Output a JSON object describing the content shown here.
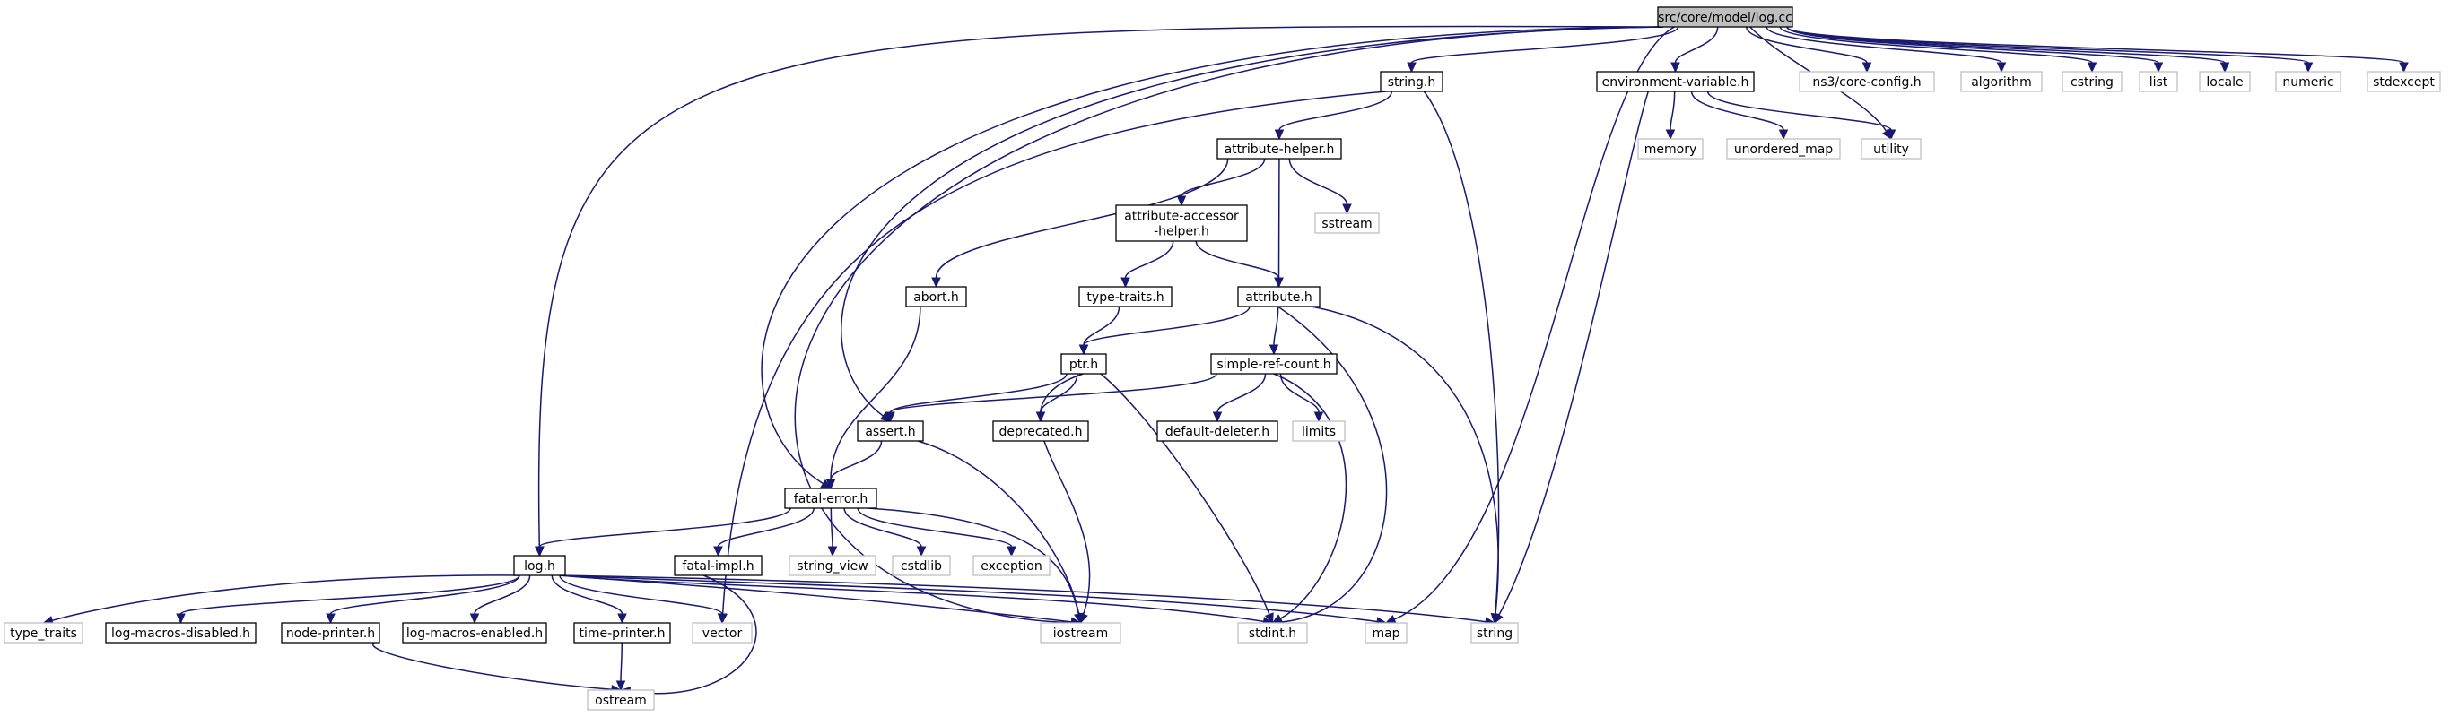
{
  "title": "src/core/model/log.cc",
  "colors": {
    "edge": "#191970",
    "root_fill": "#bfbfbf",
    "box_border": "#000000",
    "external_border": "#bfbfbf",
    "text": "#000000"
  },
  "nodes": [
    {
      "id": "logcc",
      "label": "src/core/model/log.cc",
      "kind": "root"
    },
    {
      "id": "string_h",
      "label": "string.h",
      "kind": "file"
    },
    {
      "id": "envvar",
      "label": "environment-variable.h",
      "kind": "file"
    },
    {
      "id": "coreconfig",
      "label": "ns3/core-config.h",
      "kind": "external"
    },
    {
      "id": "algorithm",
      "label": "algorithm",
      "kind": "external"
    },
    {
      "id": "cstring",
      "label": "cstring",
      "kind": "external"
    },
    {
      "id": "list",
      "label": "list",
      "kind": "external"
    },
    {
      "id": "locale",
      "label": "locale",
      "kind": "external"
    },
    {
      "id": "numeric",
      "label": "numeric",
      "kind": "external"
    },
    {
      "id": "stdexcept",
      "label": "stdexcept",
      "kind": "external"
    },
    {
      "id": "memory",
      "label": "memory",
      "kind": "external"
    },
    {
      "id": "unordered_map",
      "label": "unordered_map",
      "kind": "external"
    },
    {
      "id": "utility",
      "label": "utility",
      "kind": "external"
    },
    {
      "id": "attrhelper",
      "label": "attribute-helper.h",
      "kind": "file"
    },
    {
      "id": "attraccessor",
      "label": "attribute-accessor\n-helper.h",
      "kind": "file"
    },
    {
      "id": "sstream",
      "label": "sstream",
      "kind": "external"
    },
    {
      "id": "abort",
      "label": "abort.h",
      "kind": "file"
    },
    {
      "id": "typetraits_h",
      "label": "type-traits.h",
      "kind": "file"
    },
    {
      "id": "attribute",
      "label": "attribute.h",
      "kind": "file"
    },
    {
      "id": "ptr",
      "label": "ptr.h",
      "kind": "file"
    },
    {
      "id": "simplerefcount",
      "label": "simple-ref-count.h",
      "kind": "file"
    },
    {
      "id": "assert",
      "label": "assert.h",
      "kind": "file"
    },
    {
      "id": "deprecated",
      "label": "deprecated.h",
      "kind": "file"
    },
    {
      "id": "defaultdeleter",
      "label": "default-deleter.h",
      "kind": "file"
    },
    {
      "id": "limits",
      "label": "limits",
      "kind": "external"
    },
    {
      "id": "fatalerror",
      "label": "fatal-error.h",
      "kind": "file"
    },
    {
      "id": "log_h",
      "label": "log.h",
      "kind": "file"
    },
    {
      "id": "fatalimpl",
      "label": "fatal-impl.h",
      "kind": "file"
    },
    {
      "id": "string_view",
      "label": "string_view",
      "kind": "external"
    },
    {
      "id": "cstdlib",
      "label": "cstdlib",
      "kind": "external"
    },
    {
      "id": "exception",
      "label": "exception",
      "kind": "external"
    },
    {
      "id": "type_traits",
      "label": "type_traits",
      "kind": "external"
    },
    {
      "id": "logmacrosdis",
      "label": "log-macros-disabled.h",
      "kind": "file"
    },
    {
      "id": "nodeprinter",
      "label": "node-printer.h",
      "kind": "file"
    },
    {
      "id": "logmacrosen",
      "label": "log-macros-enabled.h",
      "kind": "file"
    },
    {
      "id": "timeprinter",
      "label": "time-printer.h",
      "kind": "file"
    },
    {
      "id": "vector",
      "label": "vector",
      "kind": "external"
    },
    {
      "id": "iostream",
      "label": "iostream",
      "kind": "external"
    },
    {
      "id": "stdint",
      "label": "stdint.h",
      "kind": "external"
    },
    {
      "id": "map",
      "label": "map",
      "kind": "external"
    },
    {
      "id": "string",
      "label": "string",
      "kind": "external"
    },
    {
      "id": "ostream",
      "label": "ostream",
      "kind": "external"
    }
  ],
  "edges": [
    [
      "logcc",
      "string_h"
    ],
    [
      "logcc",
      "envvar"
    ],
    [
      "logcc",
      "coreconfig"
    ],
    [
      "logcc",
      "algorithm"
    ],
    [
      "logcc",
      "cstring"
    ],
    [
      "logcc",
      "list"
    ],
    [
      "logcc",
      "locale"
    ],
    [
      "logcc",
      "numeric"
    ],
    [
      "logcc",
      "stdexcept"
    ],
    [
      "logcc",
      "utility"
    ],
    [
      "logcc",
      "map"
    ],
    [
      "logcc",
      "assert"
    ],
    [
      "logcc",
      "fatalerror"
    ],
    [
      "logcc",
      "log_h"
    ],
    [
      "logcc",
      "iostream"
    ],
    [
      "string_h",
      "attrhelper"
    ],
    [
      "string_h",
      "vector"
    ],
    [
      "string_h",
      "string"
    ],
    [
      "envvar",
      "memory"
    ],
    [
      "envvar",
      "unordered_map"
    ],
    [
      "envvar",
      "utility"
    ],
    [
      "envvar",
      "string"
    ],
    [
      "attrhelper",
      "attraccessor"
    ],
    [
      "attrhelper",
      "abort"
    ],
    [
      "attrhelper",
      "sstream"
    ],
    [
      "attrhelper",
      "attribute"
    ],
    [
      "attraccessor",
      "typetraits_h"
    ],
    [
      "attraccessor",
      "attribute"
    ],
    [
      "abort",
      "fatalerror"
    ],
    [
      "typetraits_h",
      "ptr"
    ],
    [
      "attribute",
      "ptr"
    ],
    [
      "attribute",
      "simplerefcount"
    ],
    [
      "attribute",
      "string"
    ],
    [
      "attribute",
      "stdint"
    ],
    [
      "ptr",
      "assert"
    ],
    [
      "ptr",
      "deprecated"
    ],
    [
      "ptr",
      "iostream"
    ],
    [
      "ptr",
      "stdint"
    ],
    [
      "simplerefcount",
      "assert"
    ],
    [
      "simplerefcount",
      "defaultdeleter"
    ],
    [
      "simplerefcount",
      "limits"
    ],
    [
      "simplerefcount",
      "stdint"
    ],
    [
      "assert",
      "fatalerror"
    ],
    [
      "assert",
      "iostream"
    ],
    [
      "fatalerror",
      "log_h"
    ],
    [
      "fatalerror",
      "fatalimpl"
    ],
    [
      "fatalerror",
      "string_view"
    ],
    [
      "fatalerror",
      "cstdlib"
    ],
    [
      "fatalerror",
      "exception"
    ],
    [
      "fatalerror",
      "iostream"
    ],
    [
      "fatalimpl",
      "ostream"
    ],
    [
      "log_h",
      "type_traits"
    ],
    [
      "log_h",
      "logmacrosdis"
    ],
    [
      "log_h",
      "nodeprinter"
    ],
    [
      "log_h",
      "logmacrosen"
    ],
    [
      "log_h",
      "timeprinter"
    ],
    [
      "log_h",
      "vector"
    ],
    [
      "log_h",
      "iostream"
    ],
    [
      "log_h",
      "stdint"
    ],
    [
      "log_h",
      "map"
    ],
    [
      "log_h",
      "string"
    ],
    [
      "nodeprinter",
      "ostream"
    ],
    [
      "timeprinter",
      "ostream"
    ]
  ]
}
